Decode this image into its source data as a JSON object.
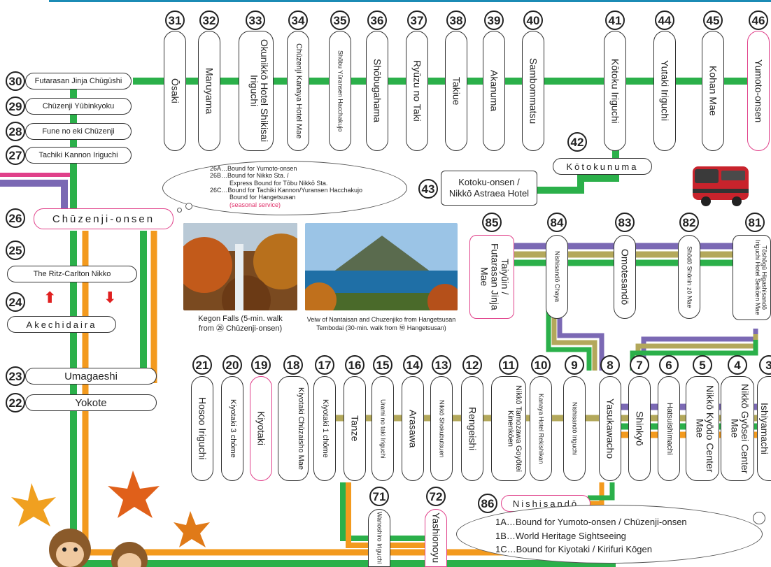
{
  "stops_top": [
    {
      "num": "31",
      "name": "Ōsaki"
    },
    {
      "num": "32",
      "name": "Maruyama"
    },
    {
      "num": "33",
      "name": "Okunikkō Hotel Shikisai Iriguchi"
    },
    {
      "num": "34",
      "name": "Chūzenji Kanaya Hotel Mae"
    },
    {
      "num": "35",
      "name": "Shōbu Yūransen Hacchakujo"
    },
    {
      "num": "36",
      "name": "Shōbugahama"
    },
    {
      "num": "37",
      "name": "Ryūzu no Taki"
    },
    {
      "num": "38",
      "name": "Takiue"
    },
    {
      "num": "39",
      "name": "Akanuma"
    },
    {
      "num": "40",
      "name": "Sambommatsu"
    },
    {
      "num": "41",
      "name": "Kōtoku Iriguchi"
    },
    {
      "num": "44",
      "name": "Yutaki Iriguchi"
    },
    {
      "num": "45",
      "name": "Kohan Mae"
    },
    {
      "num": "46",
      "name": "Yumoto-onsen"
    }
  ],
  "stops_left": [
    {
      "num": "30",
      "name": "Futarasan Jinja Chūgūshi"
    },
    {
      "num": "29",
      "name": "Chūzenji Yūbinkyoku"
    },
    {
      "num": "28",
      "name": "Fune no eki Chūzenji"
    },
    {
      "num": "27",
      "name": "Tachiki Kannon Iriguchi"
    },
    {
      "num": "26",
      "name": "Chūzenji-onsen"
    },
    {
      "num": "25",
      "name": "The Ritz-Carlton Nikko"
    },
    {
      "num": "24",
      "name": "Akechidaira"
    },
    {
      "num": "23",
      "name": "Umagaeshi"
    },
    {
      "num": "22",
      "name": "Yokote"
    }
  ],
  "stops_lower": [
    {
      "num": "21",
      "name": "Hosoo Iriguchi"
    },
    {
      "num": "20",
      "name": "Kiyotaki 3 chōme"
    },
    {
      "num": "19",
      "name": "Kiyotaki"
    },
    {
      "num": "18",
      "name": "Kiyotaki Chūzaisho Mae"
    },
    {
      "num": "17",
      "name": "Kiyotaki 1 chōme"
    },
    {
      "num": "16",
      "name": "Tanze"
    },
    {
      "num": "15",
      "name": "Urami no taki Iriguchi"
    },
    {
      "num": "14",
      "name": "Arasawa"
    },
    {
      "num": "13",
      "name": "Nikkō Shokubutsuen"
    },
    {
      "num": "12",
      "name": "Rengeishi"
    },
    {
      "num": "11",
      "name": "Nikkō Tamozawa Goyōtei Kinenkōen"
    },
    {
      "num": "10",
      "name": "Kanaya Hotel Rekishikan"
    },
    {
      "num": "9",
      "name": "Nishisandō Iriguchi"
    },
    {
      "num": "8",
      "name": "Yasukawacho"
    },
    {
      "num": "7",
      "name": "Shinkyō"
    },
    {
      "num": "6",
      "name": "Hatsuishimachi"
    },
    {
      "num": "5",
      "name": "Nikkō Kyōdo Center Mae"
    },
    {
      "num": "4",
      "name": "Nikkō Gyōsei Center Mae"
    },
    {
      "num": "3",
      "name": "Ishiyamachi"
    }
  ],
  "stops_mid": [
    {
      "num": "85",
      "name": "Taiyūin / Futarasan Jinja Mae"
    },
    {
      "num": "84",
      "name": "Nishisandō Chaya"
    },
    {
      "num": "83",
      "name": "Omotesandō"
    },
    {
      "num": "82",
      "name": "Shōdō Shōnin zō Mae"
    },
    {
      "num": "81",
      "name": "Tōshōgū Higashisandō Iriguchi Hotel Seikōen Mae"
    }
  ],
  "stops_branch": [
    {
      "num": "71",
      "name": "Wanoshiro Iriguchi"
    },
    {
      "num": "72",
      "name": "Yashionoyu"
    }
  ],
  "stop_42": {
    "num": "42",
    "name": "Kōtokunuma"
  },
  "stop_43": {
    "num": "43",
    "name": "Kotoku-onsen / Nikkō Astraea Hotel"
  },
  "stop_86": {
    "num": "86",
    "name": "Nishisandō"
  },
  "note_26": {
    "line1": "26A…Bound for Yumoto-onsen",
    "line2": "26B…Bound for Nikko Sta. /",
    "line3": "Express Bound for Tōbu Nikkō Sta.",
    "line4": "26C…Bound for Tachiki Kannon/Yuransen Hacchakujo",
    "line5": "Bound for Hangetsusan",
    "line6": "(seasonal service)"
  },
  "note_1": {
    "line1": "1A…Bound for Yumoto-onsen / Chūzenji-onsen",
    "line2": "1B…World Heritage Sightseeing",
    "line3": "1C…Bound for Kiyotaki / Kirifuri Kōgen"
  },
  "photos": {
    "kegon_caption1": "Kegon Falls (5-min. walk",
    "kegon_caption2": "from ㉖ Chūzenji-onsen)",
    "lake_caption1": "Veiw of Nantaisan and Chuzenjiko from Hangetsusan",
    "lake_caption2": "Tembodai (30-min. walk from ㊿ Hangetsusan)"
  },
  "colors": {
    "green": "#2bb04a",
    "orange": "#f39a1e",
    "purple": "#7b69b4",
    "olive": "#b3a85b",
    "pink": "#e0408a",
    "blue": "#1b8bb5"
  },
  "icons": [
    "arrow-up-icon",
    "arrow-down-icon",
    "bus-illustration",
    "maple-leaf-icon",
    "monkey-mascot"
  ]
}
